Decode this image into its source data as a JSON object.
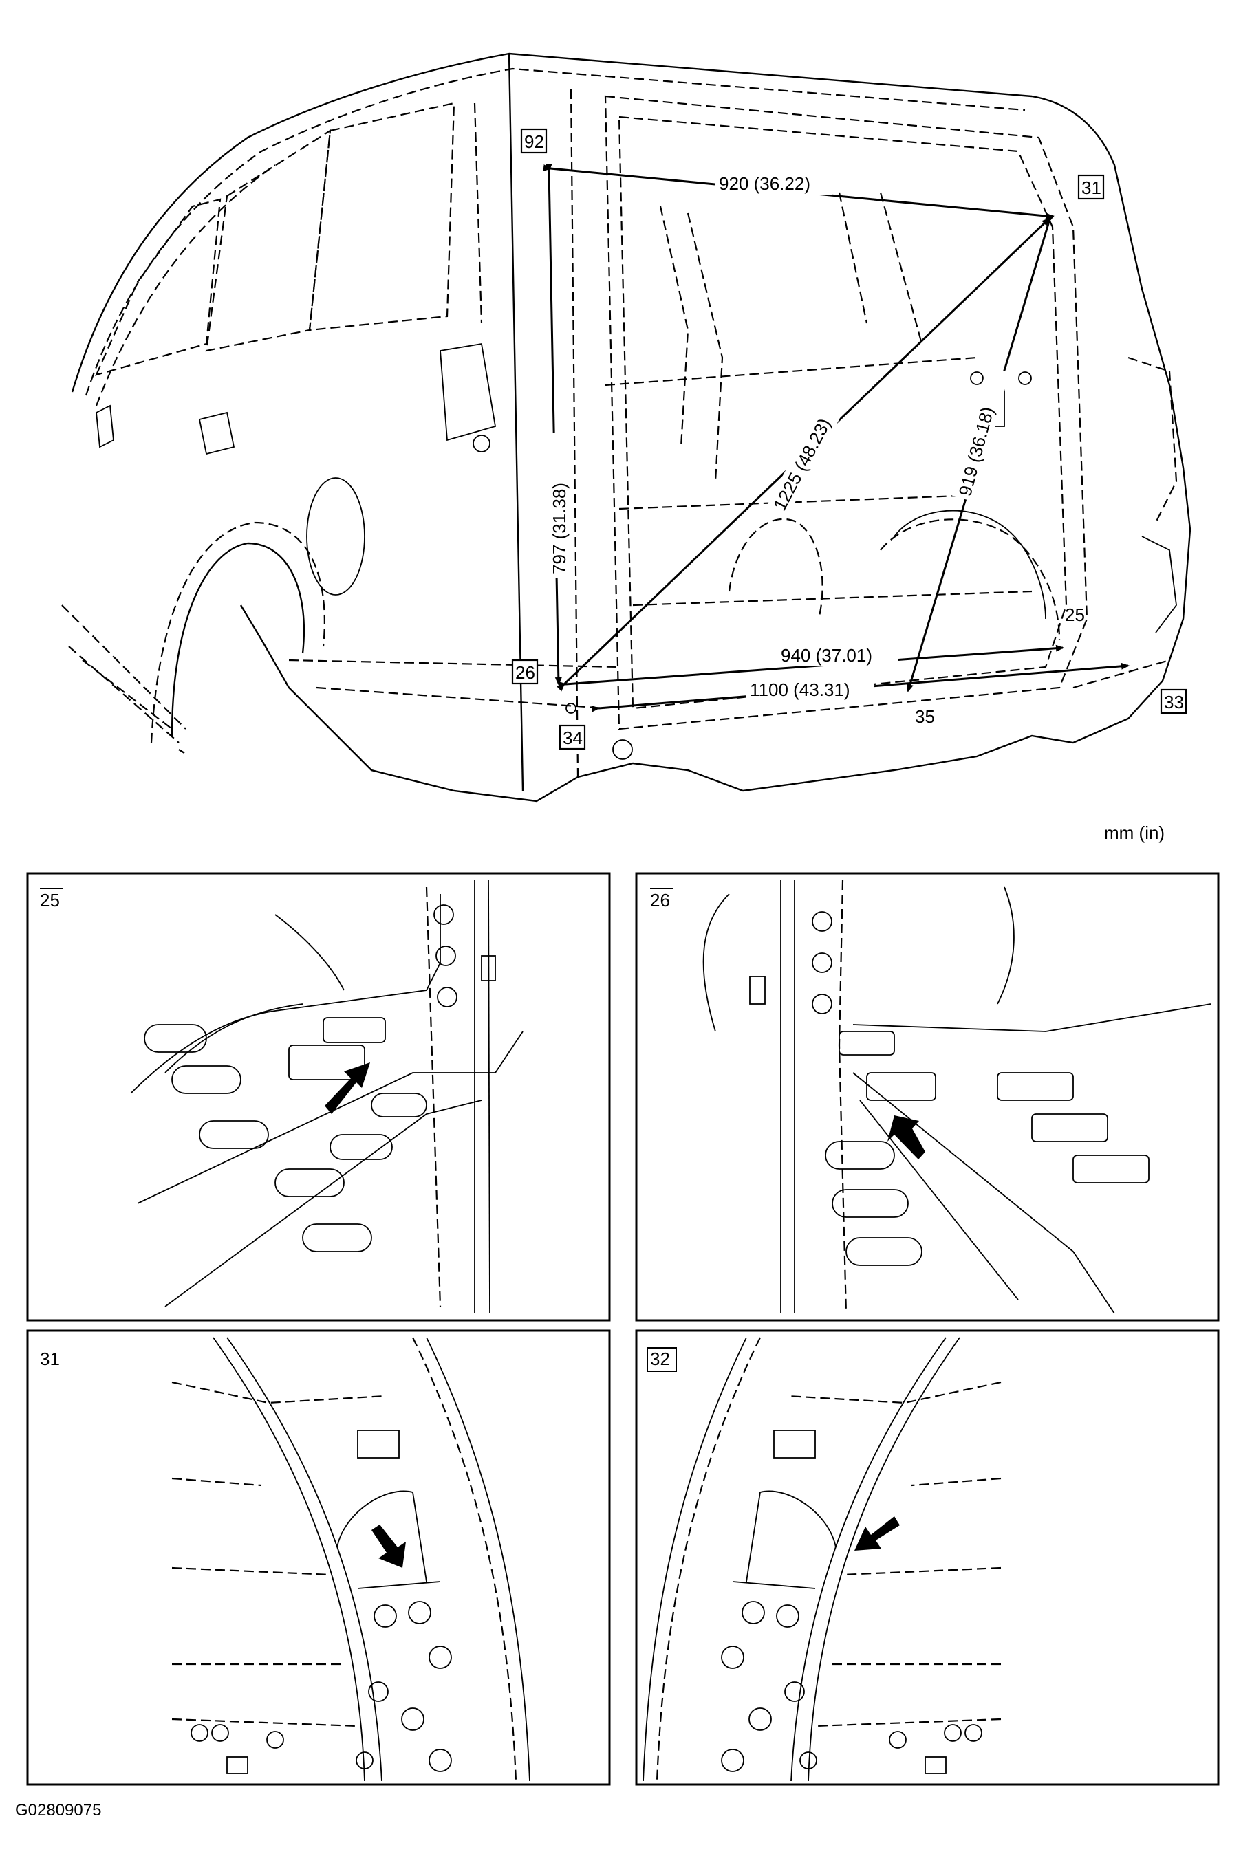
{
  "diagram": {
    "point_labels": [
      {
        "id": "p92",
        "text": "92"
      },
      {
        "id": "p31",
        "text": "31"
      },
      {
        "id": "p26",
        "text": "26"
      },
      {
        "id": "p25",
        "text": "25"
      },
      {
        "id": "p34",
        "text": "34"
      },
      {
        "id": "p35",
        "text": "35"
      },
      {
        "id": "p33",
        "text": "33"
      }
    ],
    "measurements": [
      {
        "id": "m1",
        "text": "920 (36.22)"
      },
      {
        "id": "m2",
        "text": "797 (31.38)"
      },
      {
        "id": "m3",
        "text": "1225 (48.23)"
      },
      {
        "id": "m4",
        "text": "919 (36.18)"
      },
      {
        "id": "m5",
        "text": "940 (37.01)"
      },
      {
        "id": "m6",
        "text": "1100 (43.31)"
      }
    ],
    "units": "mm (in)",
    "detail_panels": [
      {
        "label": "25"
      },
      {
        "label": "26"
      },
      {
        "label": "31"
      },
      {
        "label": "32"
      }
    ],
    "figure_code": "G02809075"
  }
}
